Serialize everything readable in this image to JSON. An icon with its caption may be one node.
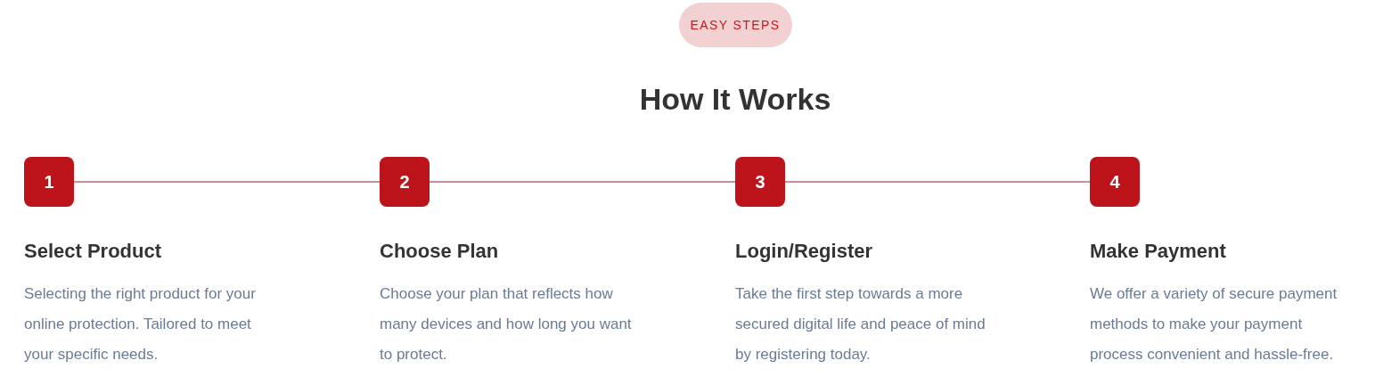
{
  "diagram": {
    "title": "How It Works",
    "nodes": [
      {
        "text": [
          "EASY STEPS"
        ]
      },
      {
        "text": [
          "1"
        ],
        "beside": [
          "Select Product",
          "Selecting the right product for your online protection. Tailored to meet your specific needs."
        ]
      },
      {
        "text": [
          "2"
        ],
        "beside": [
          "Choose Plan",
          "Choose your plan that reflects how many devices and how long you want to protect."
        ]
      },
      {
        "text": [
          "3"
        ],
        "beside": [
          "Login/Register",
          "Take the first step towards a more secured digital life and peace of mind by registering today."
        ]
      },
      {
        "text": [
          "4"
        ],
        "beside": [
          "Make Payment",
          "We offer a variety of secure payment methods to make your payment process convenient and hassle-free."
        ]
      }
    ],
    "edges": [
      {
        "from": 1,
        "to": 2,
        "arrow": "none"
      },
      {
        "from": 2,
        "to": 3,
        "arrow": "none"
      },
      {
        "from": 3,
        "to": 4,
        "arrow": "none"
      }
    ]
  }
}
